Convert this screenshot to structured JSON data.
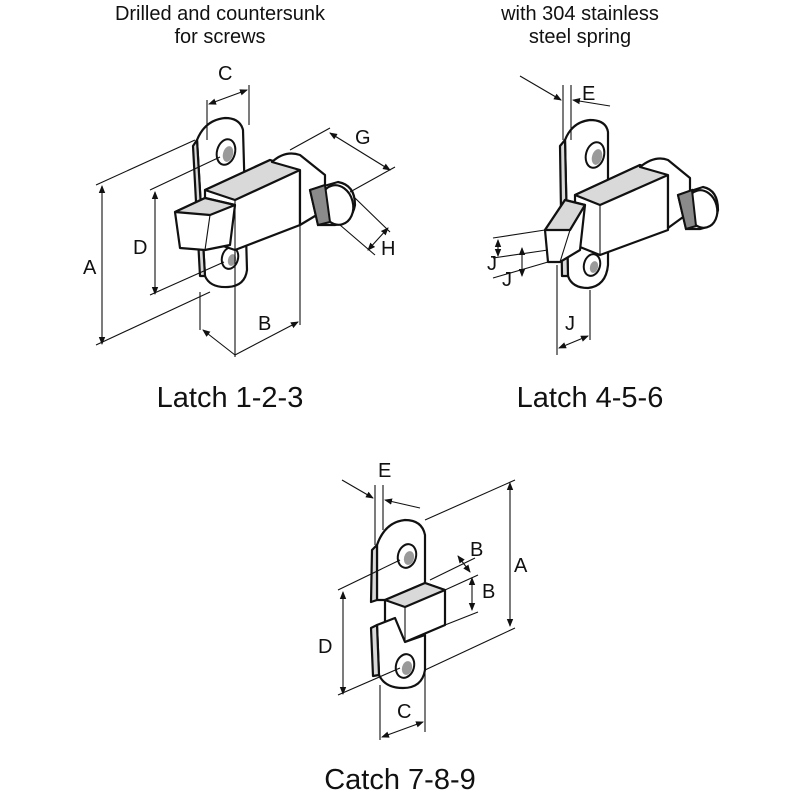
{
  "notes": {
    "drilled_line1": "Drilled and countersunk",
    "drilled_line2": "for screws",
    "spring_line1": "with 304 stainless",
    "spring_line2": "steel spring"
  },
  "captions": {
    "latch_123": "Latch 1-2-3",
    "latch_456": "Latch 4-5-6",
    "catch_789": "Catch 7-8-9"
  },
  "dimensions": {
    "latch_123": {
      "a": "A",
      "b": "B",
      "c": "C",
      "d": "D",
      "g": "G",
      "h": "H"
    },
    "latch_456": {
      "e": "E",
      "j1": "J",
      "j2": "J",
      "j3": "J"
    },
    "catch_789": {
      "a": "A",
      "b1": "B",
      "b2": "B",
      "c": "C",
      "d": "D",
      "e": "E"
    }
  }
}
